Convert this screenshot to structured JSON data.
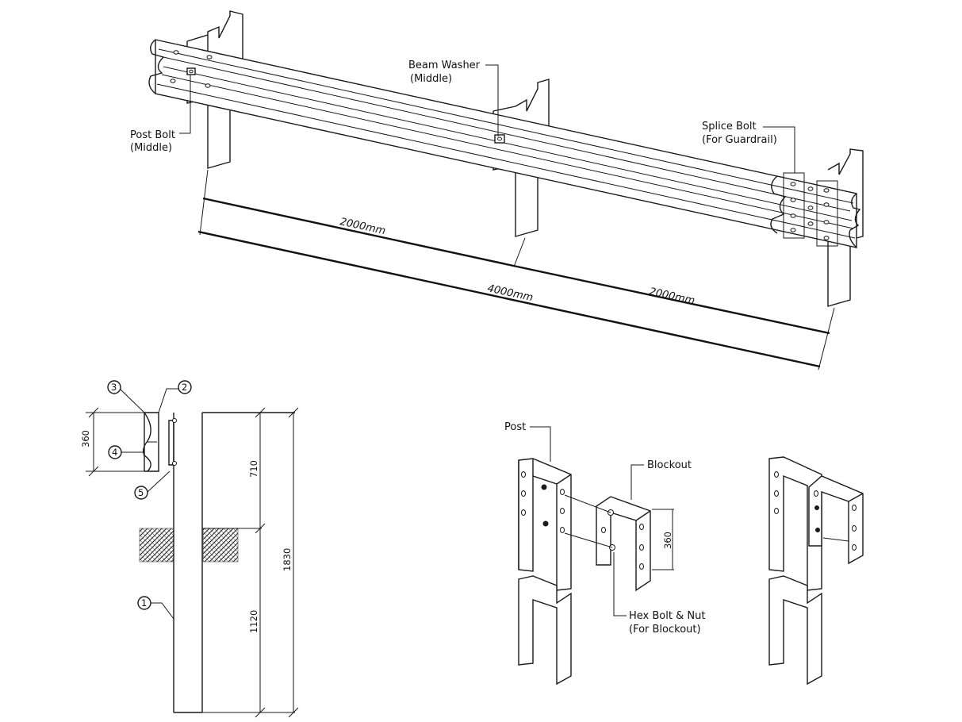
{
  "callouts": {
    "post_bolt": [
      "Post Bolt",
      "(Middle)"
    ],
    "beam_washer": [
      "Beam Washer",
      "(Middle)"
    ],
    "splice_bolt": [
      "Splice Bolt",
      "(For Guardrail)"
    ],
    "post": "Post",
    "blockout": "Blockout",
    "hex_bolt": [
      "Hex Bolt & Nut",
      "(For Blockout)"
    ]
  },
  "dimensions": {
    "span_left": "2000mm",
    "span_right": "2000mm",
    "span_total": "4000mm",
    "section_rail_height": "360",
    "section_upper": "710",
    "section_lower": "1120",
    "section_total": "1830",
    "blockout_height": "360"
  },
  "part_numbers": [
    "1",
    "2",
    "3",
    "4",
    "5"
  ]
}
